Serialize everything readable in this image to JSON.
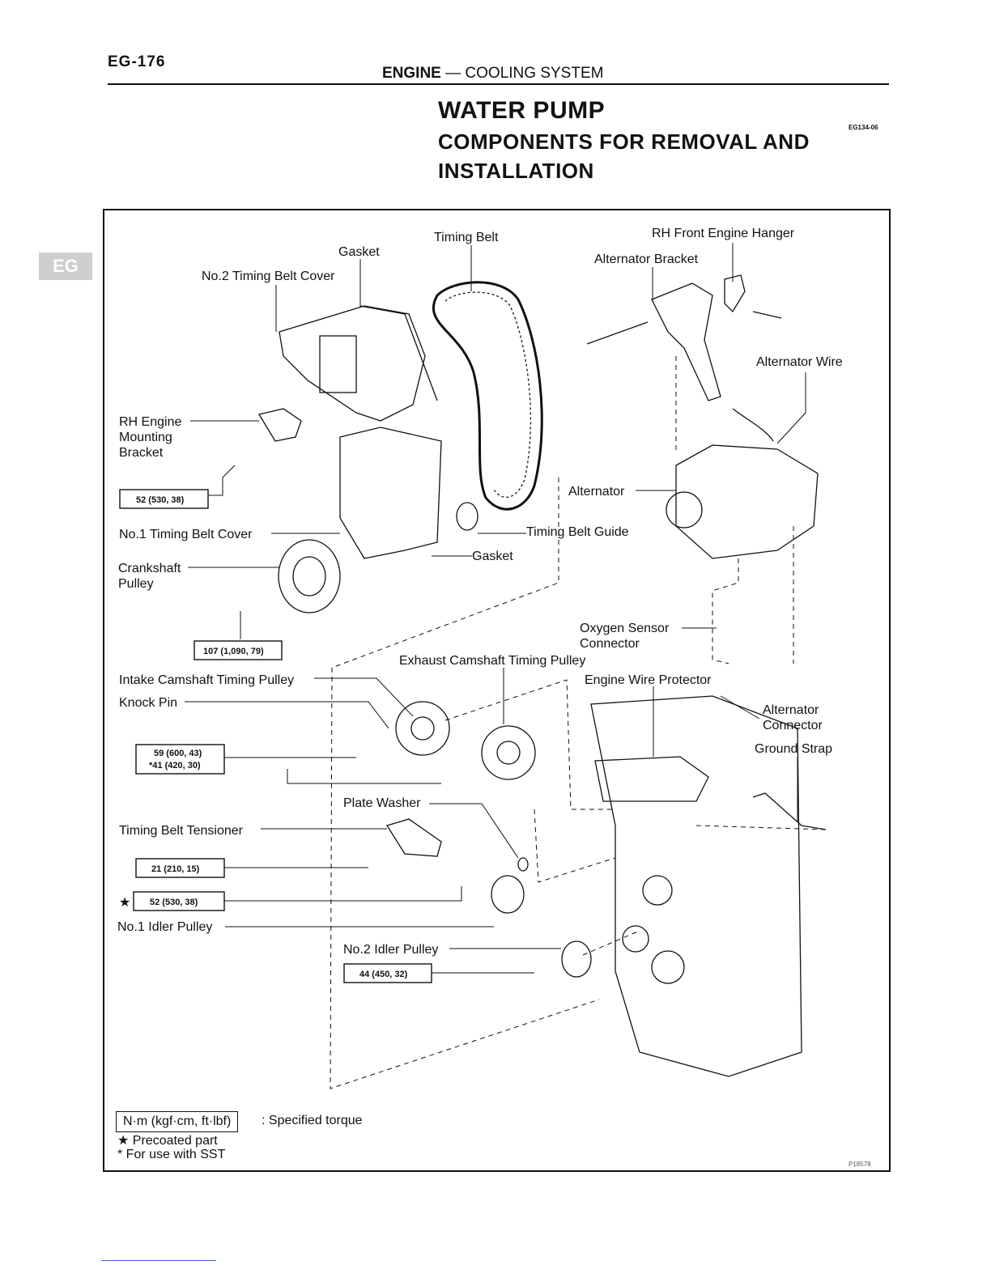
{
  "header": {
    "page_number": "EG-176",
    "section_bold": "ENGINE",
    "section_rest": " — COOLING SYSTEM",
    "side_tab": "EG",
    "code": "EG134-06"
  },
  "title": {
    "line1": "WATER PUMP",
    "line2": "COMPONENTS FOR REMOVAL AND INSTALLATION"
  },
  "labels": {
    "timing_belt": "Timing Belt",
    "gasket_top": "Gasket",
    "no2_cover": "No.2 Timing Belt Cover",
    "rh_front_hanger": "RH Front Engine Hanger",
    "alt_bracket": "Alternator Bracket",
    "alt_wire": "Alternator Wire",
    "rh_mount_1": "RH Engine",
    "rh_mount_2": "Mounting",
    "rh_mount_3": "Bracket",
    "alternator": "Alternator",
    "no1_cover": "No.1 Timing Belt Cover",
    "belt_guide": "Timing Belt Guide",
    "gasket_mid": "Gasket",
    "crank_1": "Crankshaft",
    "crank_2": "Pulley",
    "o2_1": "Oxygen Sensor",
    "o2_2": "Connector",
    "exhaust_pulley": "Exhaust Camshaft Timing Pulley",
    "intake_pulley": "Intake Camshaft Timing Pulley",
    "wire_protector": "Engine Wire Protector",
    "knock_pin": "Knock Pin",
    "alt_conn_1": "Alternator",
    "alt_conn_2": "Connector",
    "ground_strap": "Ground Strap",
    "plate_washer": "Plate Washer",
    "tensioner": "Timing Belt Tensioner",
    "no1_idler": "No.1 Idler Pulley",
    "no2_idler": "No.2 Idler Pulley"
  },
  "torques": {
    "t1": "52 (530, 38)",
    "t2": "107 (1,090, 79)",
    "t3a": "59 (600, 43)",
    "t3b": "*41 (420, 30)",
    "t4": "21 (210, 15)",
    "t5": "52 (530, 38)",
    "t6": "44 (450, 32)",
    "star": "★"
  },
  "legend": {
    "unit_box": "N·m (kgf·cm, ft·lbf)",
    "unit_desc": ": Specified torque",
    "precoated": "★ Precoated part",
    "sst": "* For use with SST"
  },
  "figure_id": "P18578"
}
